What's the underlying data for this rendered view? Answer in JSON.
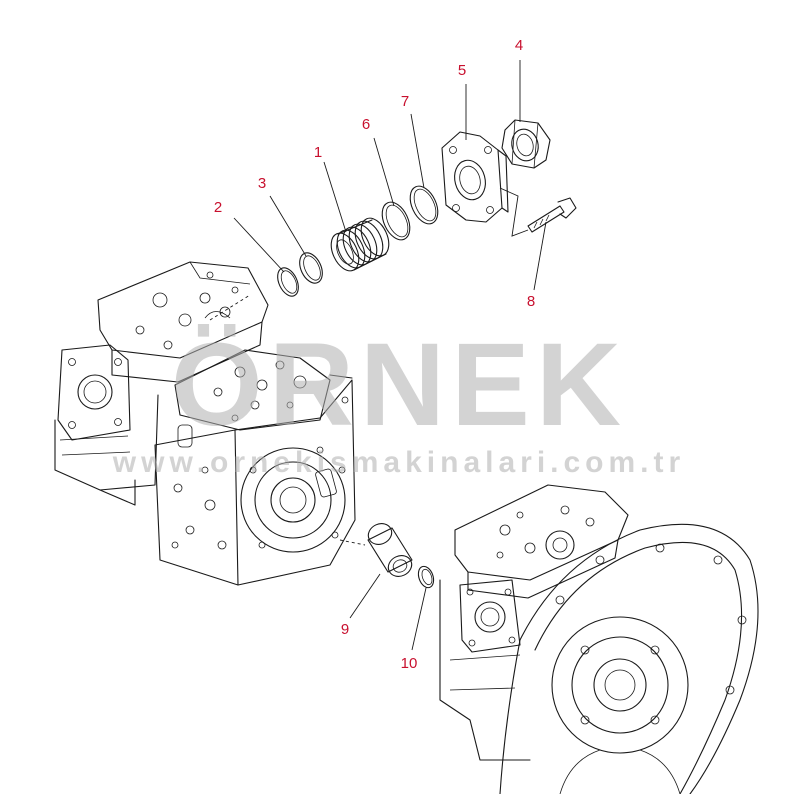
{
  "watermark": {
    "brand": "ÖRNEK",
    "url": "www.ornekismakinalari.com.tr"
  },
  "callouts": [
    "1",
    "2",
    "3",
    "4",
    "5",
    "6",
    "7",
    "8",
    "9",
    "10"
  ],
  "colors": {
    "callout": "#c8102e",
    "linework": "#1a1a1a",
    "watermark": "#b0b0b0",
    "background": "#ffffff"
  }
}
